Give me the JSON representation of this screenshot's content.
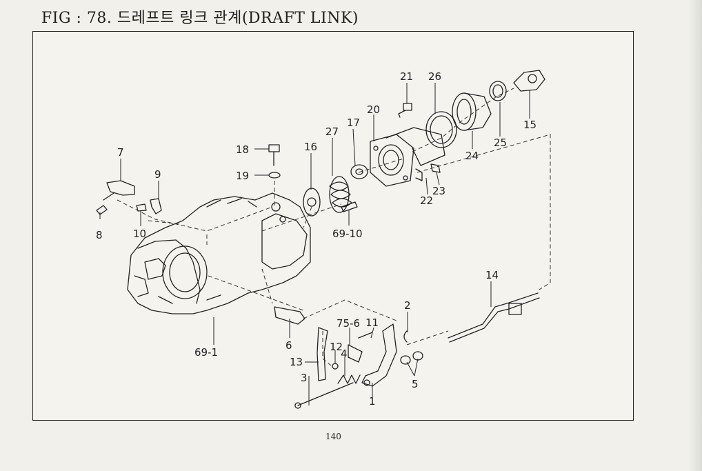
{
  "title": "FIG : 78. 드레프트 링크 관계(DRAFT LINK)",
  "page_number": "140",
  "labels": [
    "1",
    "2",
    "3",
    "4",
    "5",
    "6",
    "7",
    "8",
    "9",
    "10",
    "11",
    "12",
    "13",
    "14",
    "15",
    "16",
    "17",
    "18",
    "19",
    "20",
    "21",
    "22",
    "23",
    "24",
    "25",
    "26",
    "27",
    "69-1",
    "69-10",
    "75-6"
  ]
}
